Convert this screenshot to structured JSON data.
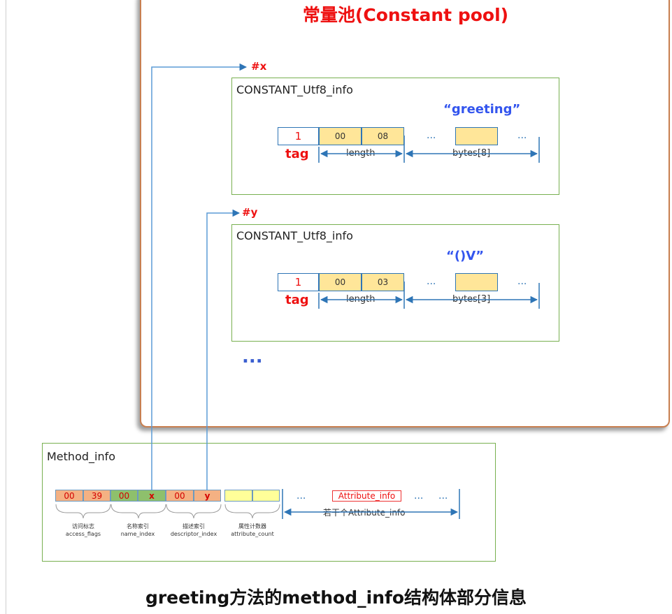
{
  "pool": {
    "title": "常量池(Constant pool)",
    "more": "..."
  },
  "refs": {
    "x": "#x",
    "y": "#y"
  },
  "entries": [
    {
      "title": "CONSTANT_Utf8_info",
      "string": "“greeting”",
      "tag_value": "1",
      "length_bytes": [
        "00",
        "08"
      ],
      "tag_label": "tag",
      "length_label": "length",
      "bytes_label": "bytes[8]",
      "ellipsis": "..."
    },
    {
      "title": "CONSTANT_Utf8_info",
      "string": "“()V”",
      "tag_value": "1",
      "length_bytes": [
        "00",
        "03"
      ],
      "tag_label": "tag",
      "length_label": "length",
      "bytes_label": "bytes[3]",
      "ellipsis": "..."
    }
  ],
  "method_info": {
    "title": "Method_info",
    "cells": [
      "00",
      "39",
      "00",
      "x",
      "00",
      "y",
      "",
      ""
    ],
    "captions": [
      {
        "zh": "访问标志",
        "en": "access_flags"
      },
      {
        "zh": "名称索引",
        "en": "name_index"
      },
      {
        "zh": "描述索引",
        "en": "descriptor_index"
      },
      {
        "zh": "属性计数器",
        "en": "attribute_count"
      }
    ],
    "attribute_box": "Attribute_info",
    "attribute_span": "若干个Attribute_info",
    "ellipsis": "..."
  },
  "caption": "greeting方法的method_info结构体部分信息",
  "colors": {
    "pool_border": "#c87f50",
    "panel_border": "#78b050",
    "arrow_blue": "#2e75b6",
    "accent_red": "#ee1111",
    "string_blue": "#3355ee",
    "cell_yellow": "#ffe699"
  }
}
